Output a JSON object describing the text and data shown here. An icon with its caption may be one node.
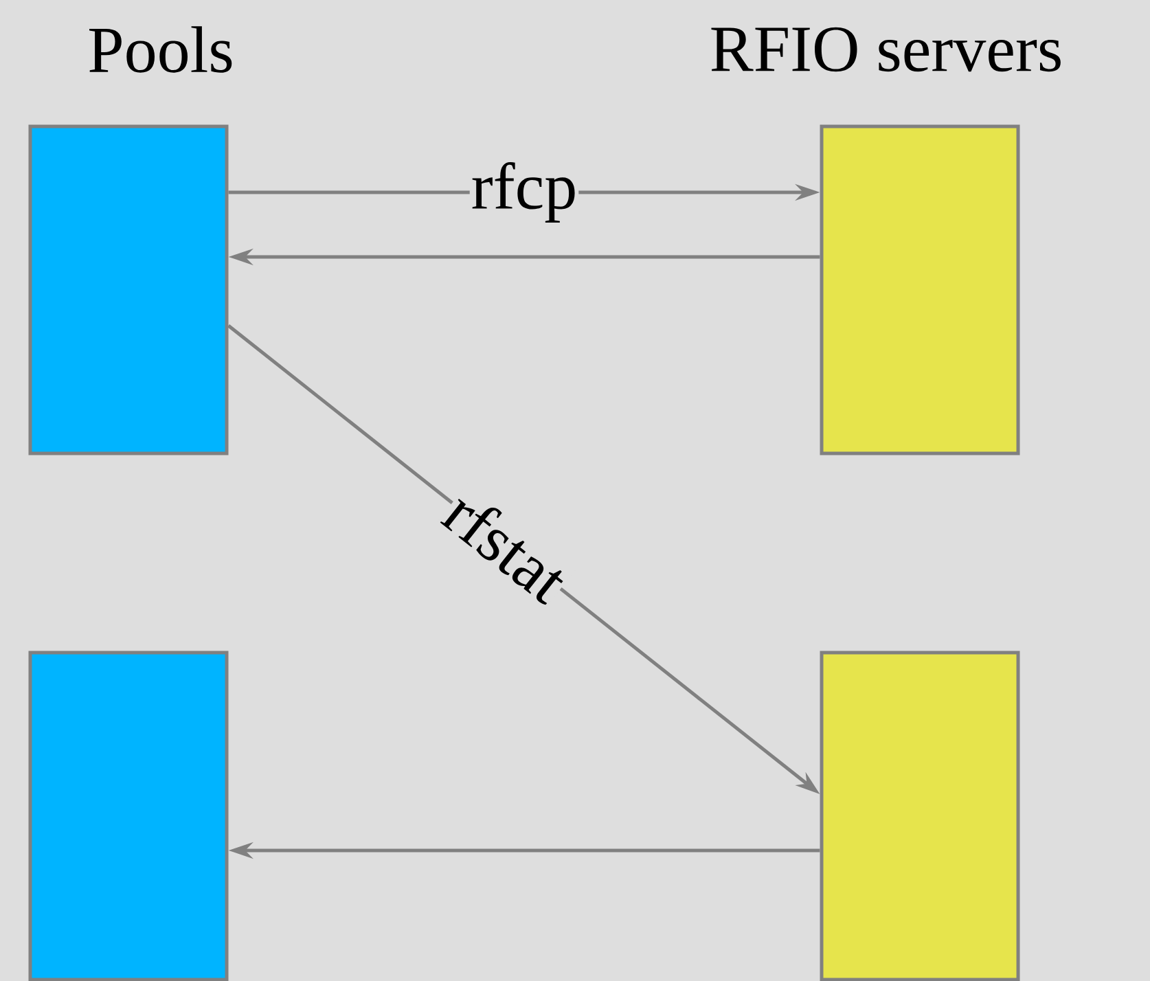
{
  "diagram": {
    "nodes": [
      {
        "text": [],
        "shape": "box"
      },
      {
        "text": [],
        "shape": "box"
      },
      {
        "text": [],
        "shape": "box"
      },
      {
        "text": [],
        "shape": "box"
      }
    ],
    "edges": [
      {
        "from": 0,
        "to": 1,
        "arrow": "to",
        "label": "rfcp"
      },
      {
        "from": 1,
        "to": 0,
        "arrow": "to"
      },
      {
        "from": 0,
        "to": 3,
        "arrow": "to",
        "label": "rfstat"
      },
      {
        "from": 3,
        "to": 2,
        "arrow": "to"
      }
    ],
    "labels": [
      "Pools",
      "RFIO servers"
    ]
  }
}
